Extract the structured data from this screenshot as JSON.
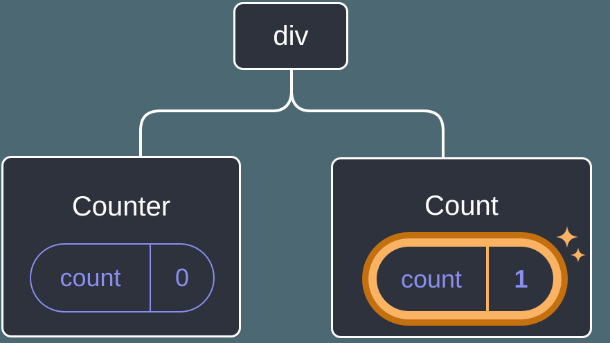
{
  "diagram": {
    "root": {
      "label": "div"
    },
    "children": [
      {
        "title": "Counter",
        "state": {
          "key": "count",
          "value": "0"
        },
        "highlighted": false
      },
      {
        "title": "Count",
        "state": {
          "key": "count",
          "value": "1"
        },
        "highlighted": true
      }
    ]
  },
  "colors": {
    "background": "#4c6872",
    "card_fill": "#2d323c",
    "card_border": "#ffffff",
    "connector": "#ffffff",
    "state_purple": "#8a8ef0",
    "highlight_orange_dark": "#c4700f",
    "highlight_orange_light": "#fab263",
    "sparkle": "#fab263",
    "title_text": "#ffffff"
  },
  "icons": {
    "sparkles": "sparkles-icon"
  }
}
